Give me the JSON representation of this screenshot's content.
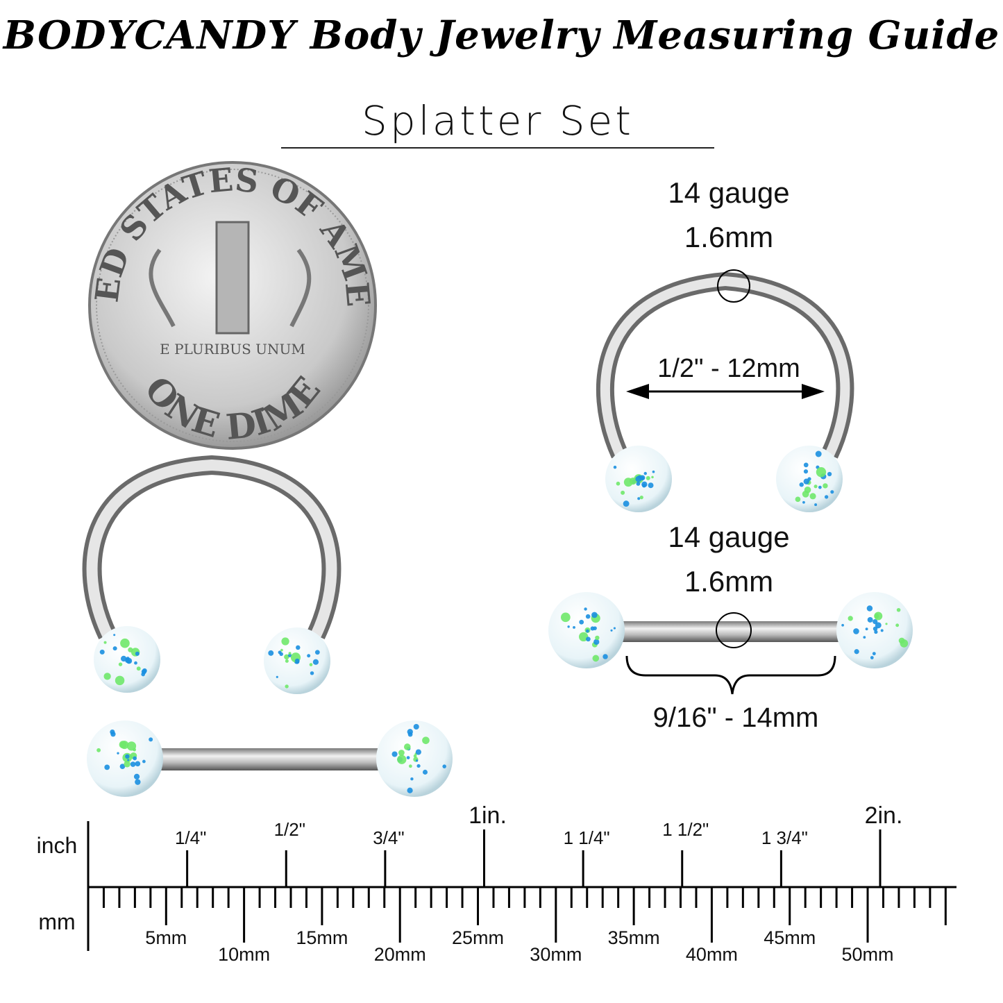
{
  "header": {
    "title": "BODYCANDY Body Jewelry Measuring Guide",
    "subtitle": "Splatter Set"
  },
  "coin": {
    "top_text": "UNITED STATES OF AMERICA",
    "motto": "E PLURIBUS UNUM",
    "bottom_text": "ONE DIME"
  },
  "horseshoe_spec": {
    "gauge": "14 gauge",
    "gauge_mm": "1.6mm",
    "diameter": "1/2\" - 12mm"
  },
  "barbell_spec": {
    "gauge": "14 gauge",
    "gauge_mm": "1.6mm",
    "length": "9/16\" - 14mm"
  },
  "colors": {
    "ball_blue": "#1a8fe0",
    "ball_green": "#6fe86a",
    "steel": "#c8c8c8"
  },
  "ruler": {
    "inch_label": "inch",
    "mm_label": "mm",
    "inch_ticks": [
      "1/4\"",
      "1/2\"",
      "3/4\"",
      "1in.",
      "1 1/4\"",
      "1 1/2\"",
      "1 3/4\"",
      "2in."
    ],
    "mm_ticks": [
      "5mm",
      "10mm",
      "15mm",
      "20mm",
      "25mm",
      "30mm",
      "35mm",
      "40mm",
      "45mm",
      "50mm"
    ]
  }
}
